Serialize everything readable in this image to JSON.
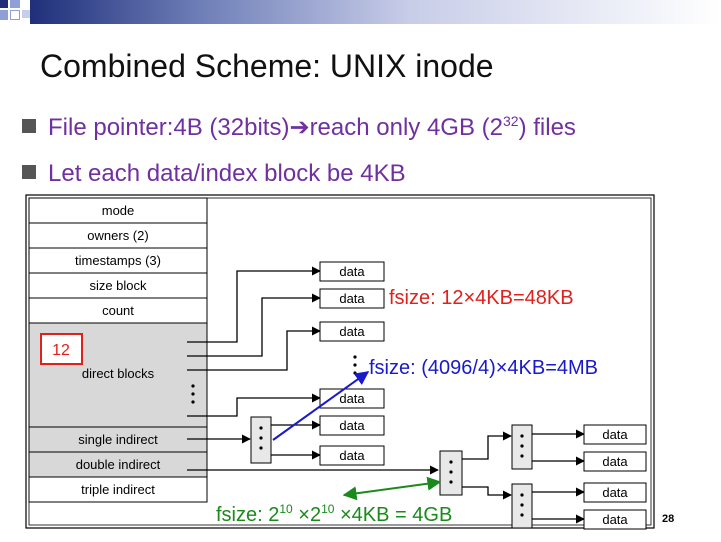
{
  "slide": {
    "title": "Combined Scheme:  UNIX inode",
    "bullets": [
      {
        "parts": [
          "File pointer:4B (32bits)",
          "➔",
          "reach only 4GB (2",
          "32",
          ") files"
        ]
      },
      {
        "parts": [
          "Let each data/index block be 4KB"
        ]
      }
    ],
    "page_number": "28"
  },
  "inode": {
    "rows": [
      "mode",
      "owners (2)",
      "timestamps (3)",
      "size block",
      "count",
      "direct blocks",
      "single indirect",
      "double indirect",
      "triple indirect"
    ],
    "direct_count_badge": "12"
  },
  "data_block_label": "data",
  "annotations": {
    "direct": "fsize:  12×4KB=48KB",
    "single": "fsize:  (4096/4)×4KB=4MB",
    "triple": "fsize:  2",
    "triple_exp1": "10",
    "triple_mid": " ×2",
    "triple_exp2": "10",
    "triple_end": " ×4KB  =  4GB"
  },
  "colors": {
    "bullet": "#7030a0",
    "red_note": "#e0201b",
    "blue_note": "#1a1acc",
    "green_note": "#1a8a1a",
    "gray_cell": "#d8d8d8"
  }
}
